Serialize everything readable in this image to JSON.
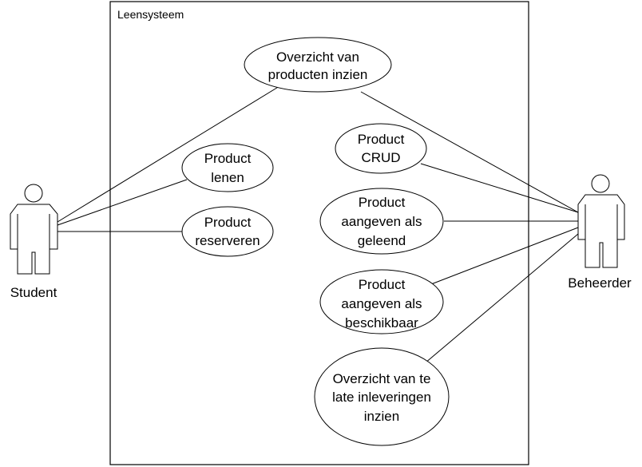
{
  "diagram": {
    "type": "use-case",
    "system": {
      "title": "Leensysteem"
    },
    "actors": [
      {
        "id": "student",
        "label": "Student"
      },
      {
        "id": "beheerder",
        "label": "Beheerder"
      }
    ],
    "use_cases": [
      {
        "id": "overzicht",
        "lines": [
          "Overzicht van",
          "producten inzien"
        ]
      },
      {
        "id": "lenen",
        "lines": [
          "Product",
          "lenen"
        ]
      },
      {
        "id": "reserveren",
        "lines": [
          "Product",
          "reserveren"
        ]
      },
      {
        "id": "crud",
        "lines": [
          "Product",
          "CRUD"
        ]
      },
      {
        "id": "geleend",
        "lines": [
          "Product",
          "aangeven als",
          "geleend"
        ]
      },
      {
        "id": "beschikbaar",
        "lines": [
          "Product",
          "aangeven als",
          "beschikbaar"
        ]
      },
      {
        "id": "laat",
        "lines": [
          "Overzicht van te",
          "late inleveringen",
          "inzien"
        ]
      }
    ],
    "associations": [
      [
        "student",
        "overzicht"
      ],
      [
        "student",
        "lenen"
      ],
      [
        "student",
        "reserveren"
      ],
      [
        "beheerder",
        "overzicht"
      ],
      [
        "beheerder",
        "crud"
      ],
      [
        "beheerder",
        "geleend"
      ],
      [
        "beheerder",
        "beschikbaar"
      ],
      [
        "beheerder",
        "laat"
      ]
    ]
  }
}
